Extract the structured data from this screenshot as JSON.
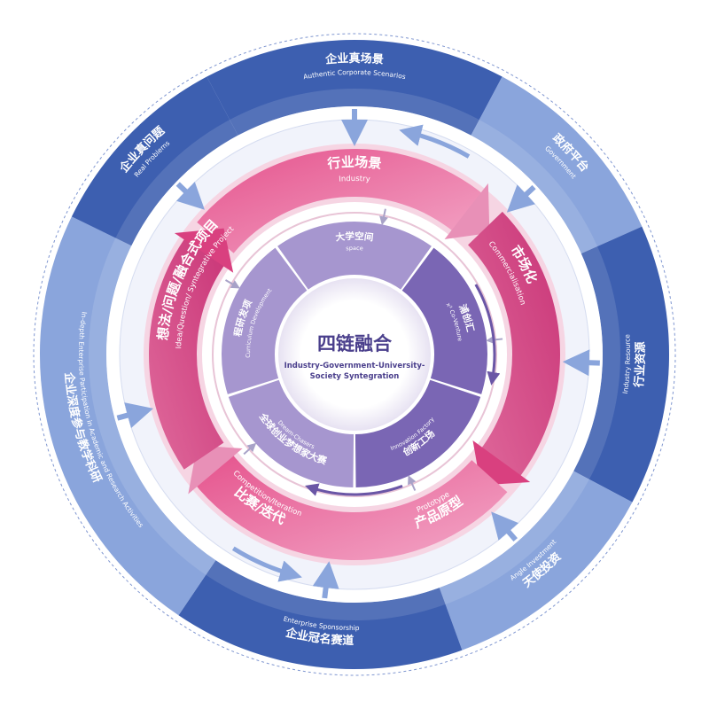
{
  "center": {
    "title": "四链融合",
    "subtitle_line1": "Industry-Government-University-",
    "subtitle_line2": "Society Syntegration"
  },
  "outer_ring": [
    {
      "id": "authentic",
      "cn": "企业真场景",
      "en": "Authentic Corporate Scenarios"
    },
    {
      "id": "government",
      "cn": "政府平台",
      "en": "Government"
    },
    {
      "id": "industry-resource",
      "cn": "行业资源",
      "en": "Industry Resource"
    },
    {
      "id": "angel",
      "cn": "天使投资",
      "en": "Angle Investment"
    },
    {
      "id": "sponsorship",
      "cn": "企业冠名赛道",
      "en": "Enterprise Sponsorship"
    },
    {
      "id": "teaching",
      "cn": "企业深度参与教学科研",
      "en": "In-depth Enterprise Participation in Academic and Research Activities"
    },
    {
      "id": "real-problems",
      "cn": "企业真问题",
      "en": "Real Problems"
    }
  ],
  "pink_ring": [
    {
      "id": "industry",
      "cn": "行业场景",
      "en": "Industry"
    },
    {
      "id": "commercialisation",
      "cn": "市场化",
      "en": "Commercialisation"
    },
    {
      "id": "prototype",
      "cn": "产品原型",
      "en": "Prototype"
    },
    {
      "id": "competition",
      "cn": "比赛/迭代",
      "en": "Competition/Iteration"
    },
    {
      "id": "idea",
      "cn": "想法/问题/融合式项目",
      "en": "Idea/Question/ Syntegrative Project"
    }
  ],
  "purple_ring": [
    {
      "id": "space",
      "cn": "大学空间",
      "en": "space"
    },
    {
      "id": "coventure",
      "cn": "浦创汇",
      "en": "x³ Co-Venture"
    },
    {
      "id": "factory",
      "cn": "创新工场",
      "en": "Innovation Factory"
    },
    {
      "id": "dream",
      "cn": "全球创业梦想家大赛",
      "en": "Dream-Chasers"
    },
    {
      "id": "curriculum",
      "cn": "课程研发项目",
      "en": "Curriculum Development"
    }
  ],
  "colors": {
    "outer_blue_dark": "#3d5fb0",
    "outer_blue_light": "#8aa5dc",
    "outer_ring_bg": "#e8ecf8",
    "pink": "#d9407f",
    "pink_light": "#eeb1cc",
    "purple": "#7a66b4",
    "purple_light": "#a696cf",
    "center_text": "#4a3f8c"
  }
}
